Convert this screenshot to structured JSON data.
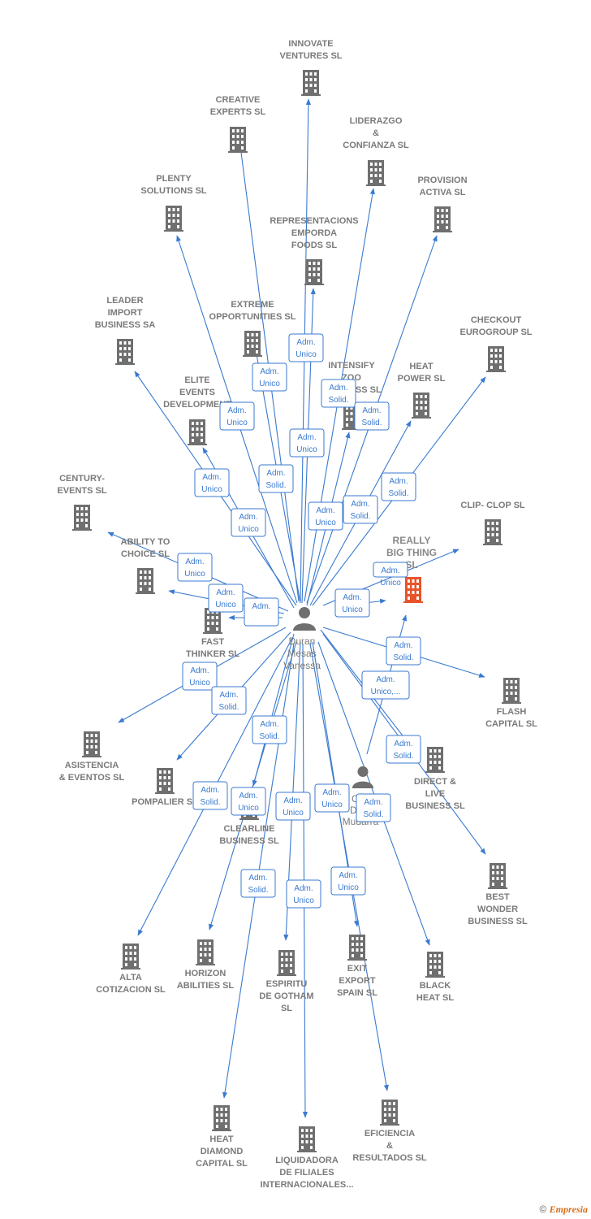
{
  "diagram": {
    "center_person": {
      "name": [
        "Duran",
        "Mesas",
        "Vanessa"
      ]
    },
    "second_person": {
      "name": [
        "Cad",
        "Dura",
        "Mudarra"
      ]
    },
    "highlight_company": {
      "name": [
        "REALLY",
        "BIG THING",
        "SL"
      ]
    },
    "companies": [
      {
        "id": "innovate",
        "name": [
          "INNOVATE",
          "VENTURES SL"
        ]
      },
      {
        "id": "creative",
        "name": [
          "CREATIVE",
          "EXPERTS  SL"
        ]
      },
      {
        "id": "liderazgo",
        "name": [
          "LIDERAZGO",
          "&",
          "CONFIANZA SL"
        ]
      },
      {
        "id": "plenty",
        "name": [
          "PLENTY",
          "SOLUTIONS SL"
        ]
      },
      {
        "id": "provision",
        "name": [
          "PROVISION",
          "ACTIVA SL"
        ]
      },
      {
        "id": "representaciones",
        "name": [
          "REPRESENTACIONS",
          "EMPORDA",
          "FOODS  SL"
        ]
      },
      {
        "id": "leader",
        "name": [
          "LEADER",
          "IMPORT",
          "BUSINESS SA"
        ]
      },
      {
        "id": "extreme",
        "name": [
          "EXTREME",
          "OPPORTUNITIES SL"
        ]
      },
      {
        "id": "checkout",
        "name": [
          "CHECKOUT",
          "EUROGROUP SL"
        ]
      },
      {
        "id": "intensify",
        "name": [
          "INTENSIFY",
          "ZOO",
          "BUSINESS SL"
        ]
      },
      {
        "id": "heatpower",
        "name": [
          "HEAT",
          "POWER SL"
        ]
      },
      {
        "id": "elite",
        "name": [
          "ELITE",
          "EVENTS",
          "DEVELOPMENT"
        ]
      },
      {
        "id": "century",
        "name": [
          "CENTURY-",
          "EVENTS  SL"
        ]
      },
      {
        "id": "clipclop",
        "name": [
          "CLIP- CLOP SL"
        ]
      },
      {
        "id": "ability",
        "name": [
          "ABILITY TO",
          "CHOICE SL"
        ]
      },
      {
        "id": "fast",
        "name": [
          "FAST",
          "THINKER  SL"
        ]
      },
      {
        "id": "flash",
        "name": [
          "FLASH",
          "CAPITAL SL"
        ]
      },
      {
        "id": "asistencia",
        "name": [
          "ASISTENCIA",
          "& EVENTOS  SL"
        ]
      },
      {
        "id": "pompalier",
        "name": [
          "POMPALIER SL"
        ]
      },
      {
        "id": "clearline",
        "name": [
          "CLEARLINE",
          "BUSINESS SL"
        ]
      },
      {
        "id": "direct",
        "name": [
          "DIRECT &",
          "LIVE",
          "BUSINESS SL"
        ]
      },
      {
        "id": "best",
        "name": [
          "BEST",
          "WONDER",
          "BUSINESS SL"
        ]
      },
      {
        "id": "alta",
        "name": [
          "ALTA",
          "COTIZACION SL"
        ]
      },
      {
        "id": "horizon",
        "name": [
          "HORIZON",
          "ABILITIES SL"
        ]
      },
      {
        "id": "espiritu",
        "name": [
          "ESPIRITU",
          "DE GOTHAM",
          "SL"
        ]
      },
      {
        "id": "exit",
        "name": [
          "EXIT",
          "EXPORT",
          "SPAIN SL"
        ]
      },
      {
        "id": "black",
        "name": [
          "BLACK",
          "HEAT SL"
        ]
      },
      {
        "id": "heatdiamond",
        "name": [
          "HEAT",
          "DIAMOND",
          "CAPITAL SL"
        ]
      },
      {
        "id": "liquidadora",
        "name": [
          "LIQUIDADORA",
          "DE FILIALES",
          "INTERNACIONALES..."
        ]
      },
      {
        "id": "eficiencia",
        "name": [
          "EFICIENCIA",
          "&",
          "RESULTADOS SL"
        ]
      }
    ],
    "relations": [
      {
        "id": "r1",
        "text": [
          "Adm.",
          "Unico"
        ]
      },
      {
        "id": "r2",
        "text": [
          "Adm.",
          "Unico"
        ]
      },
      {
        "id": "r3",
        "text": [
          "Adm.",
          "Solid."
        ]
      },
      {
        "id": "r4",
        "text": [
          "Adm.",
          "Solid."
        ]
      },
      {
        "id": "r5",
        "text": [
          "Adm.",
          "Unico"
        ]
      },
      {
        "id": "r6",
        "text": [
          "Adm.",
          "Unico"
        ]
      },
      {
        "id": "r7",
        "text": [
          "Adm.",
          "Solid."
        ]
      },
      {
        "id": "r8",
        "text": [
          "Adm.",
          "Solid."
        ]
      },
      {
        "id": "r9",
        "text": [
          "Adm.",
          "Unico"
        ]
      },
      {
        "id": "r10",
        "text": [
          "Adm.",
          "Unico"
        ]
      },
      {
        "id": "r11",
        "text": [
          "Adm.",
          "Solid."
        ]
      },
      {
        "id": "r12",
        "text": [
          "Adm.",
          "Unico"
        ]
      },
      {
        "id": "r13",
        "text": [
          "Adm.",
          "Unico"
        ]
      },
      {
        "id": "r14",
        "text": [
          "Adm.",
          "Unico"
        ]
      },
      {
        "id": "r15",
        "text": [
          "Adm.",
          "Unico"
        ]
      },
      {
        "id": "r16",
        "text": [
          "Adm."
        ]
      },
      {
        "id": "r17",
        "text": [
          "Adm.",
          "Unico"
        ]
      },
      {
        "id": "r18",
        "text": [
          "Adm.",
          "Solid."
        ]
      },
      {
        "id": "r19",
        "text": [
          "Adm.",
          "Unico,..."
        ]
      },
      {
        "id": "r20",
        "text": [
          "Adm.",
          "Unico"
        ]
      },
      {
        "id": "r21",
        "text": [
          "Adm.",
          "Solid."
        ]
      },
      {
        "id": "r22",
        "text": [
          "Adm.",
          "Solid."
        ]
      },
      {
        "id": "r23",
        "text": [
          "Adm.",
          "Solid."
        ]
      },
      {
        "id": "r24",
        "text": [
          "Adm.",
          "Solid."
        ]
      },
      {
        "id": "r25",
        "text": [
          "Adm.",
          "Unico"
        ]
      },
      {
        "id": "r26",
        "text": [
          "Adm.",
          "Unico"
        ]
      },
      {
        "id": "r27",
        "text": [
          "Adm.",
          "Unico"
        ]
      },
      {
        "id": "r28",
        "text": [
          "Adm.",
          "Solid."
        ]
      },
      {
        "id": "r29",
        "text": [
          "Adm.",
          "Solid."
        ]
      },
      {
        "id": "r30",
        "text": [
          "Adm.",
          "Unico"
        ]
      },
      {
        "id": "r31",
        "text": [
          "Adm.",
          "Unico"
        ]
      }
    ]
  },
  "footer": {
    "copyright_symbol": "©",
    "brand": "Empresia"
  },
  "colors": {
    "edge": "#3a7ad0",
    "building": "#6f6f6f",
    "highlight": "#e8542a",
    "label": "#7a7a7a"
  }
}
